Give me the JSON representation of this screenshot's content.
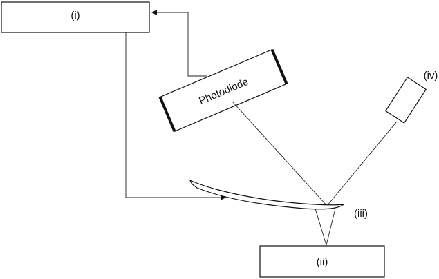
{
  "labels": {
    "controller": "(i)",
    "sample_stage": "(ii)",
    "tip": "(iii)",
    "laser": "(iv)",
    "photodiode": "Photodiode"
  }
}
